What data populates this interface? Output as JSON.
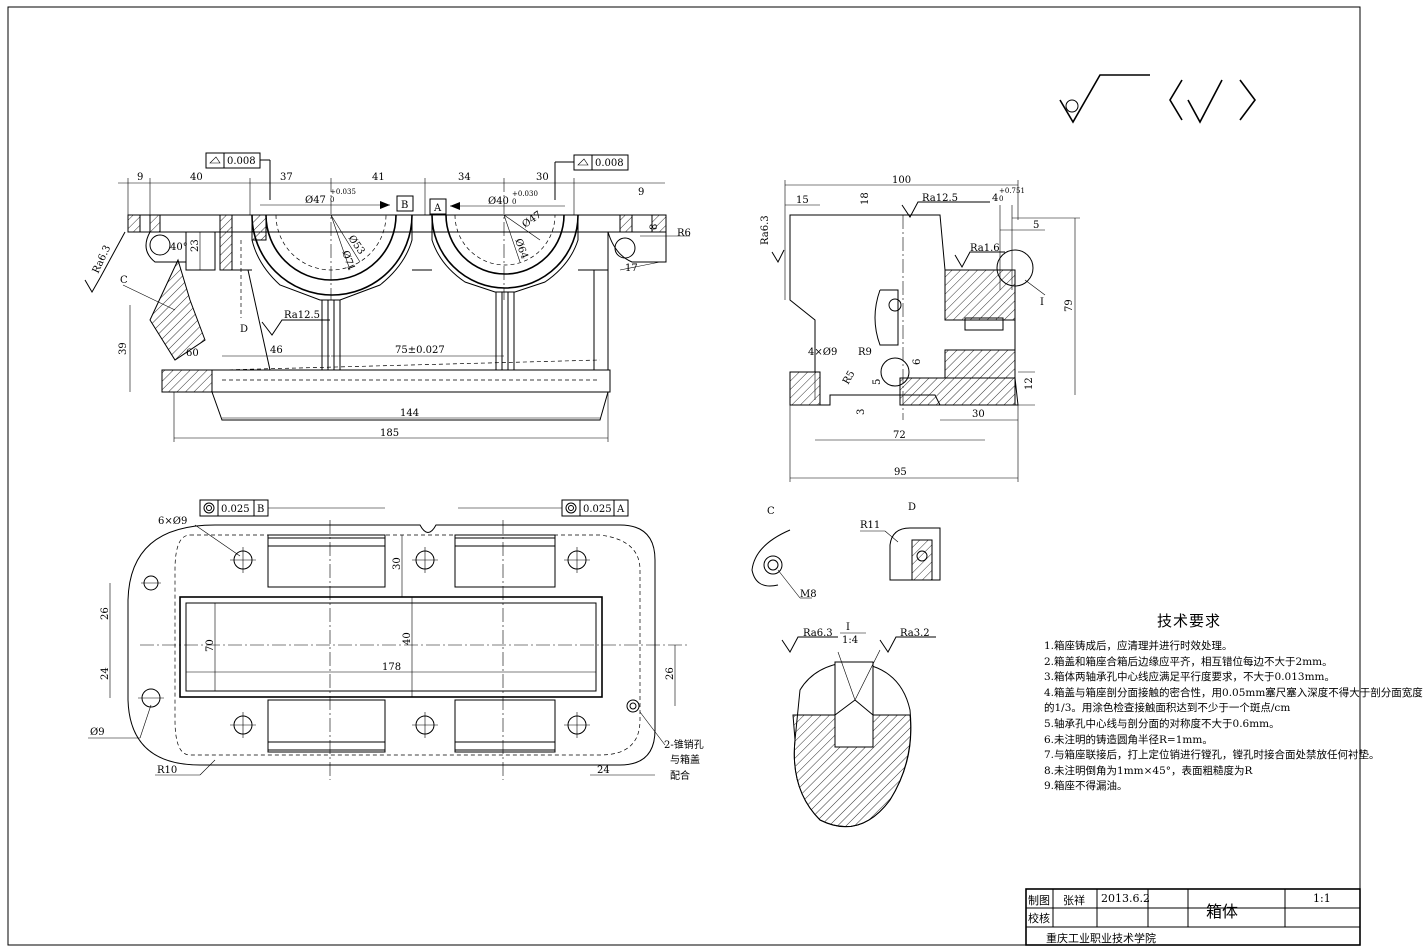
{
  "title_block": {
    "drawn_label": "制图",
    "drawn_by": "张祥",
    "date": "2013.6.2",
    "checked_label": "校核",
    "part_name": "箱体",
    "scale": "1:1",
    "school": "重庆工业职业技术学院"
  },
  "tech_requirements": {
    "heading": "技术要求",
    "items": [
      "1.箱座铸成后，应清理并进行时效处理。",
      "2.箱盖和箱座合箱后边缘应平齐，相互错位每边不大于2mm。",
      "3.箱体两轴承孔中心线应满足平行度要求，不大于0.013mm。",
      "4.箱盖与箱座剖分面接触的密合性，用0.05mm塞尺塞入深度不得大于剖分面宽度",
      "的1/3。用涂色检查接触面积达到不少于一个斑点/cm",
      "5.轴承孔中心线与剖分面的对称度不大于0.6mm。",
      "6.未注明的铸造圆角半径R=1mm。",
      "7.与箱座联接后，打上定位销进行镗孔，镗孔时接合面处禁放任何衬垫。",
      "8.未注明倒角为1mm×45°，表面粗糙度为R",
      "9.箱座不得漏油。"
    ]
  },
  "front_view": {
    "geo_tol_left": "0.008",
    "geo_tol_right": "0.008",
    "dims": {
      "d9_left": "9",
      "d40": "40",
      "d37": "37",
      "d41": "41",
      "d34": "34",
      "d30": "30",
      "d9_right": "9",
      "bore_left": "Ø47",
      "bore_left_tol": "+0.035",
      "bore_left_tol0": "0",
      "bore_right": "Ø40",
      "bore_right_tol": "+0.030",
      "bore_right_tol0": "0",
      "datum_b": "B",
      "datum_a": "A",
      "d53": "Ø53",
      "d71": "Ø71",
      "d47b": "Ø47",
      "d64": "Ø64",
      "d23": "23",
      "d8": "8",
      "r6": "R6",
      "d17": "17",
      "angle40": "40°",
      "angle60": "60",
      "d39": "39",
      "d46": "46",
      "center_dist": "75±0.027",
      "d144": "144",
      "d185": "185",
      "ra63": "Ra6.3",
      "ra125": "Ra12.5",
      "c_label": "C",
      "d_label": "D"
    }
  },
  "side_view": {
    "dims": {
      "d100": "100",
      "d15": "15",
      "d18": "18",
      "ra125": "Ra12.5",
      "d4": "4",
      "d4_tol": "+0.751",
      "d4_tol0": "0",
      "d5": "5",
      "ra63": "Ra6.3",
      "ra16": "Ra1.6",
      "d79": "79",
      "roman_i": "I",
      "holes": "4×Ø9",
      "r9": "R9",
      "d6": "6",
      "r5": "R5",
      "d5b": "5",
      "d3": "3",
      "d12": "12",
      "d30": "30",
      "d72": "72",
      "d95": "95"
    }
  },
  "top_view": {
    "geo_tol_left": "0.025",
    "datum_left": "B",
    "geo_tol_right": "0.025",
    "datum_right": "A",
    "dims": {
      "holes": "6×Ø9",
      "d30": "30",
      "d26": "26",
      "d24": "24",
      "d70": "70",
      "d40": "40",
      "d178": "178",
      "d26b": "26",
      "d24b": "24",
      "d9": "Ø9",
      "r10": "R10",
      "pin_note_1": "2-锥销孔",
      "pin_note_2": "与箱盖",
      "pin_note_3": "配合"
    }
  },
  "detail_views": {
    "c_label": "C",
    "d_label": "D",
    "m8": "M8",
    "r11": "R11",
    "i_label": "I",
    "scale": "1:4",
    "ra63": "Ra6.3",
    "ra32": "Ra3.2"
  }
}
